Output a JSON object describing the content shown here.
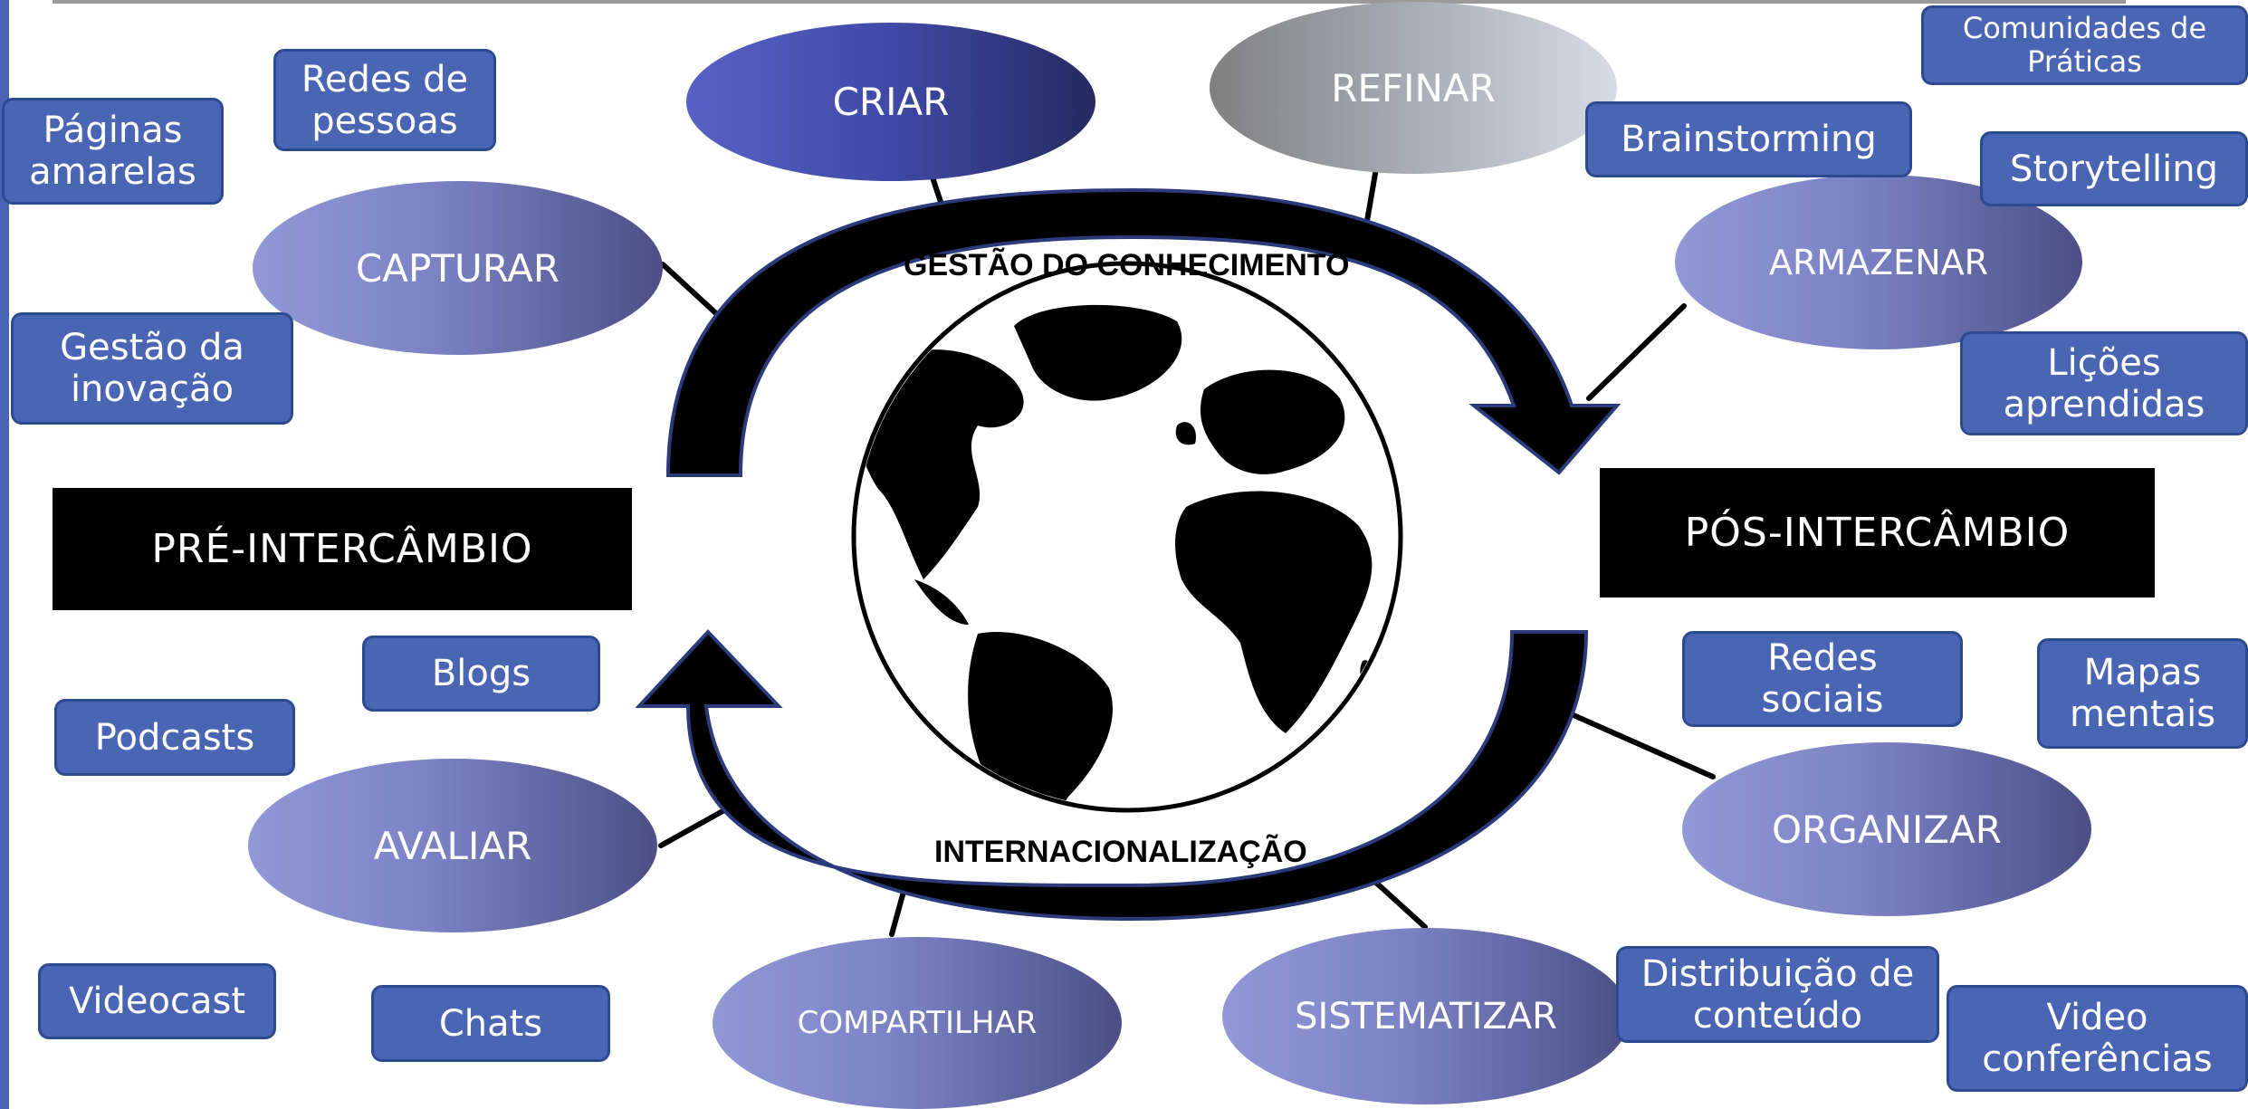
{
  "title_arc": "GESTÃO DO CONHECIMENTO",
  "bottom_arc": "INTERNACIONALIZAÇÃO",
  "phases": {
    "pre": "PRÉ-INTERCÂMBIO",
    "post": "PÓS-INTERCÂMBIO"
  },
  "stages": {
    "criar": "CRIAR",
    "refinar": "REFINAR",
    "capturar": "CAPTURAR",
    "armazenar": "ARMAZENAR",
    "organizar": "ORGANIZAR",
    "sistematizar": "SISTEMATIZAR",
    "compartilhar": "COMPARTILHAR",
    "avaliar": "AVALIAR"
  },
  "tools": {
    "paginas_amarelas": "Páginas\namarelas",
    "redes_de_pessoas": "Redes de\npessoas",
    "gestao_inovacao": "Gestão da\ninovação",
    "brainstorming": "Brainstorming",
    "comunidades": "Comunidades de\nPráticas",
    "storytelling": "Storytelling",
    "licoes": "Lições\naprendidas",
    "redes_sociais": "Redes\nsociais",
    "mapas_mentais": "Mapas\nmentais",
    "distribuicao": "Distribuição de\nconteúdo",
    "video_conferencias": "Video\nconferências",
    "blogs": "Blogs",
    "podcasts": "Podcasts",
    "videocast": "Videocast",
    "chats": "Chats"
  },
  "colors": {
    "tag_fill": "#4a65b3",
    "tag_border": "#2b4a8f",
    "arrow_fill": "#000000",
    "arrow_outline": "#2b3a7a"
  },
  "icons": {
    "globe": "world-map-globe"
  }
}
